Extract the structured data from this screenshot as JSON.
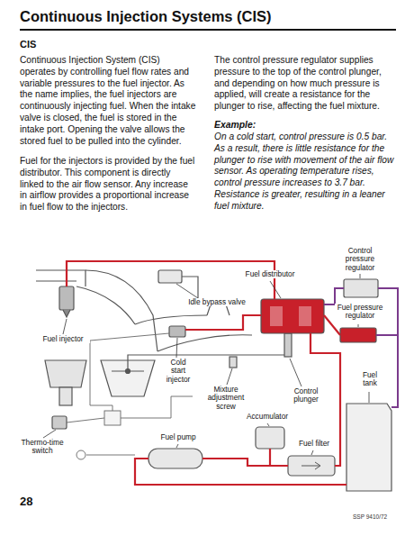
{
  "diagram": {
    "title": "Continuous Injection Systems (CIS)",
    "labels": [
      "CIS",
      "Continuous Injection System (CIS) operates by controlling fuel flow rates and variable pressures to the fuel injector. As the name implies, the fuel injectors are continuously injecting fuel. When the intake valve is closed, the fuel is stored in the intake port. Opening the valve allows the stored fuel to be pulled into the cylinder.",
      "Fuel for the injectors is provided by the fuel distributor. This component is directly linked to the air flow sensor. Any increase in airflow provides a proportional increase in fuel flow to the injectors.",
      "The control pressure regulator supplies pressure to the top of the control plunger, and depending on how much pressure is applied, will create a resistance for the plunger to rise, affecting the fuel mixture.",
      "Example:",
      "On a cold start, control pressure is 0.5 bar. As a result, there is little resistance for the plunger to rise with movement of the air flow sensor. As operating temperature rises, control pressure increases to 3.7 bar. Resistance is greater, resulting in a leaner fuel mixture.",
      "Control pressure regulator",
      "Fuel distributor",
      "Idle bypass valve",
      "Fuel pressure regulator",
      "Fuel injector",
      "Cold start injector",
      "Mixture adjustment screw",
      "Control plunger",
      "Fuel tank",
      "Accumulator",
      "Thermo-time switch",
      "Fuel pump",
      "Fuel filter",
      "28",
      "SSP 9410/72"
    ]
  }
}
